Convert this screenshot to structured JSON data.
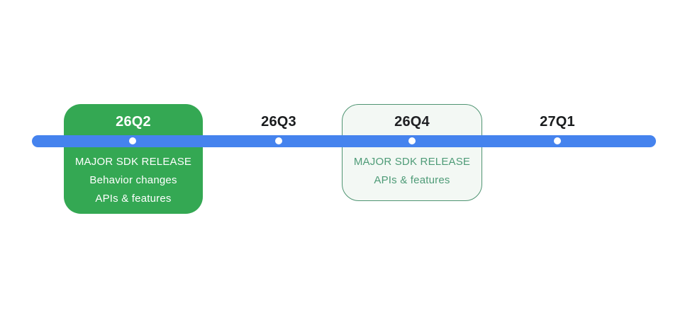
{
  "timeline": {
    "bar_color": "#4583ee",
    "dot_color": "#ffffff",
    "milestones": [
      {
        "label": "26Q2",
        "type": "major-release-card-filled",
        "card_color": "#34a853",
        "text_color": "#ffffff",
        "details": [
          "MAJOR SDK RELEASE",
          "Behavior changes",
          "APIs & features"
        ]
      },
      {
        "label": "26Q3",
        "type": "plain-label",
        "details": []
      },
      {
        "label": "26Q4",
        "type": "major-release-card-outlined",
        "card_color": "#f3f8f4",
        "border_color": "#4f9472",
        "text_color": "#4e9b77",
        "details": [
          "MAJOR SDK RELEASE",
          "APIs & features"
        ]
      },
      {
        "label": "27Q1",
        "type": "plain-label",
        "details": []
      }
    ]
  }
}
